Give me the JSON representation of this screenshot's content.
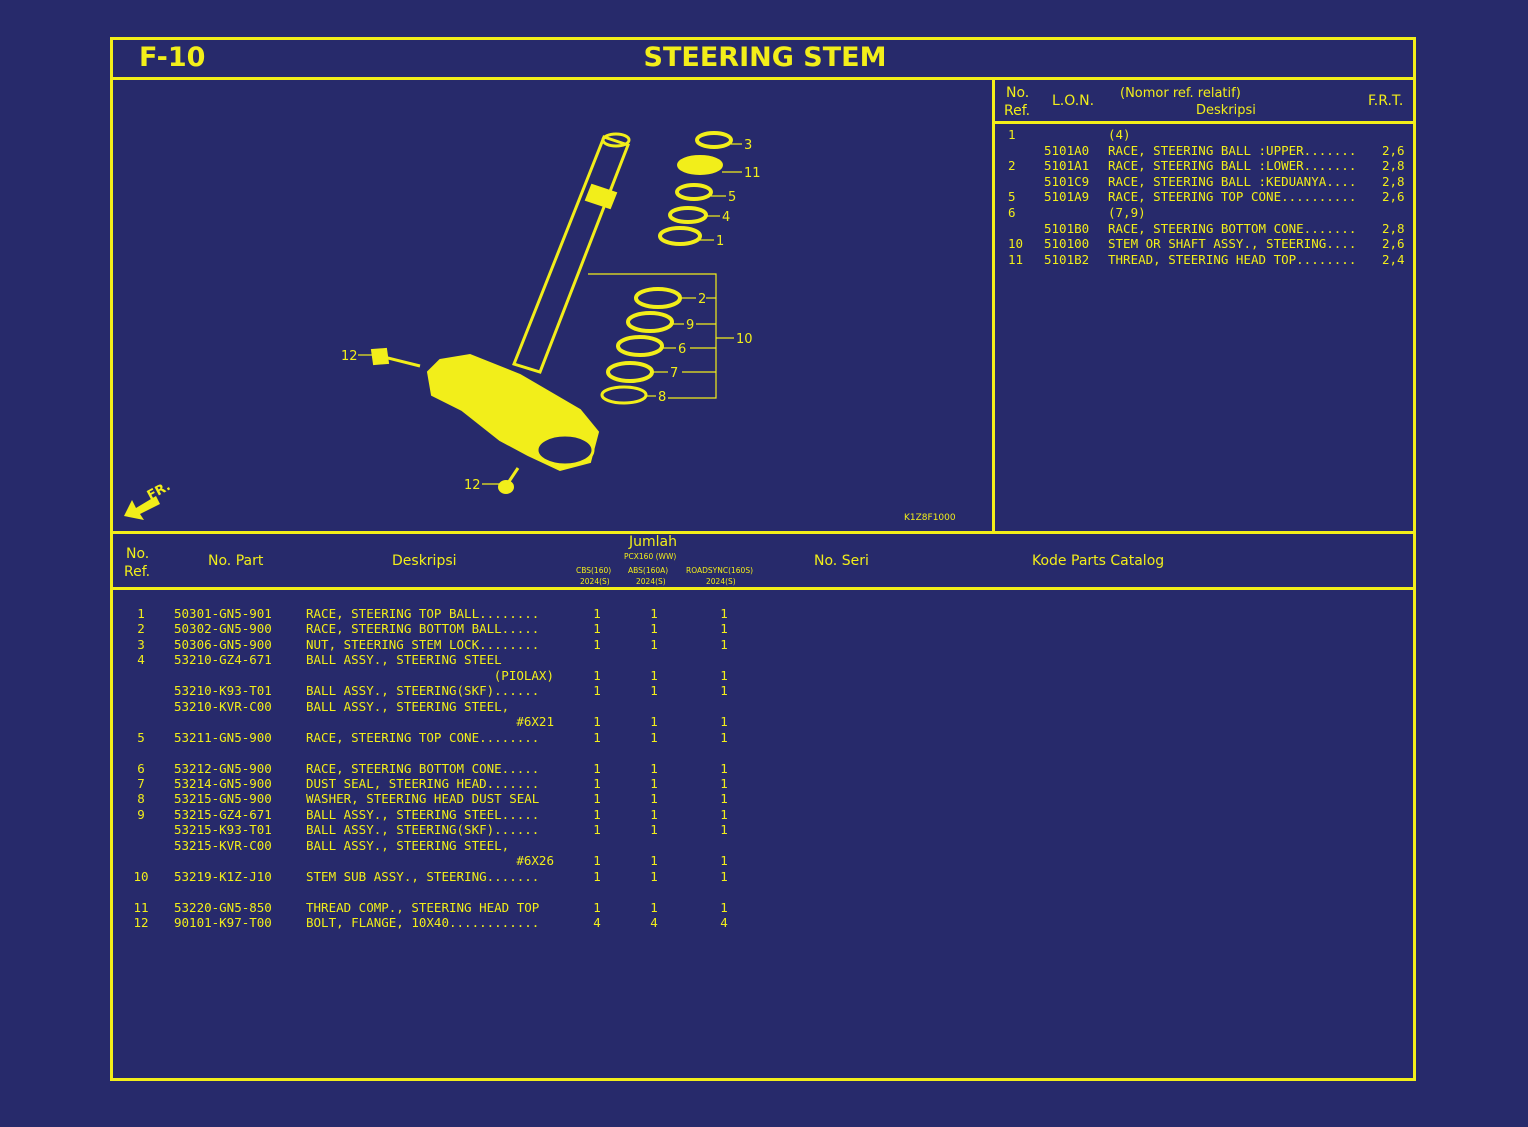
{
  "header": {
    "code": "F-10",
    "title": "STEERING STEM"
  },
  "diagram": {
    "code": "K1Z8F1000",
    "direction_label": "FR.",
    "callouts": [
      "3",
      "11",
      "5",
      "4",
      "1",
      "2",
      "9",
      "6",
      "7",
      "8",
      "10",
      "12",
      "12"
    ]
  },
  "lon_table": {
    "headers": {
      "ref_line1": "No.",
      "ref_line2": "Ref.",
      "lon": "L.O.N.",
      "relative": "(Nomor ref. relatif)",
      "desc": "Deskripsi",
      "frt": "F.R.T."
    },
    "rows": [
      {
        "ref": "1",
        "code": "",
        "desc": "(4)",
        "frt": ""
      },
      {
        "ref": "",
        "code": "5101A0",
        "desc": "RACE, STEERING BALL :UPPER.......",
        "frt": "2,6"
      },
      {
        "ref": "2",
        "code": "5101A1",
        "desc": "RACE, STEERING BALL :LOWER.......",
        "frt": "2,8"
      },
      {
        "ref": "",
        "code": "5101C9",
        "desc": "RACE, STEERING BALL :KEDUANYA....",
        "frt": "2,8"
      },
      {
        "ref": "5",
        "code": "5101A9",
        "desc": "RACE, STEERING TOP CONE..........",
        "frt": "2,6"
      },
      {
        "ref": "6",
        "code": "",
        "desc": "(7,9)",
        "frt": ""
      },
      {
        "ref": "",
        "code": "5101B0",
        "desc": "RACE, STEERING BOTTOM CONE.......",
        "frt": "2,8"
      },
      {
        "ref": "10",
        "code": "510100",
        "desc": "STEM OR SHAFT ASSY., STEERING....",
        "frt": "2,6"
      },
      {
        "ref": "11",
        "code": "5101B2",
        "desc": "THREAD, STEERING HEAD TOP........",
        "frt": "2,4"
      }
    ]
  },
  "parts_table": {
    "headers": {
      "ref_line1": "No.",
      "ref_line2": "Ref.",
      "part_no": "No. Part",
      "desc": "Deskripsi",
      "qty": "Jumlah",
      "model_group": "PCX160 (WW)",
      "col1_line1": "CBS(160)",
      "col1_line2": "2024(S)",
      "col2_line1": "ABS(160A)",
      "col2_line2": "2024(S)",
      "col3_line1": "ROADSYNC(160S)",
      "col3_line2": "2024(S)",
      "serial": "No. Seri",
      "catalog": "Kode Parts Catalog"
    },
    "rows": [
      {
        "ref": "1",
        "part": "50301-GN5-901",
        "desc": "RACE, STEERING TOP BALL........",
        "align_right": false,
        "q1": "1",
        "q2": "1",
        "q3": "1"
      },
      {
        "ref": "2",
        "part": "50302-GN5-900",
        "desc": "RACE, STEERING BOTTOM BALL.....",
        "align_right": false,
        "q1": "1",
        "q2": "1",
        "q3": "1"
      },
      {
        "ref": "3",
        "part": "50306-GN5-900",
        "desc": "NUT, STEERING STEM LOCK........",
        "align_right": false,
        "q1": "1",
        "q2": "1",
        "q3": "1"
      },
      {
        "ref": "4",
        "part": "53210-GZ4-671",
        "desc": "BALL ASSY., STEERING STEEL",
        "align_right": false,
        "q1": "",
        "q2": "",
        "q3": ""
      },
      {
        "ref": "",
        "part": "",
        "desc": "(PIOLAX)",
        "align_right": true,
        "q1": "1",
        "q2": "1",
        "q3": "1"
      },
      {
        "ref": "",
        "part": "53210-K93-T01",
        "desc": "BALL ASSY., STEERING(SKF)......",
        "align_right": false,
        "q1": "1",
        "q2": "1",
        "q3": "1"
      },
      {
        "ref": "",
        "part": "53210-KVR-C00",
        "desc": "BALL ASSY., STEERING STEEL,",
        "align_right": false,
        "q1": "",
        "q2": "",
        "q3": ""
      },
      {
        "ref": "",
        "part": "",
        "desc": "#6X21",
        "align_right": true,
        "q1": "1",
        "q2": "1",
        "q3": "1"
      },
      {
        "ref": "5",
        "part": "53211-GN5-900",
        "desc": "RACE, STEERING TOP CONE........",
        "align_right": false,
        "q1": "1",
        "q2": "1",
        "q3": "1"
      },
      {
        "ref": "",
        "part": "",
        "desc": "",
        "align_right": false,
        "q1": "",
        "q2": "",
        "q3": ""
      },
      {
        "ref": "6",
        "part": "53212-GN5-900",
        "desc": "RACE, STEERING BOTTOM CONE.....",
        "align_right": false,
        "q1": "1",
        "q2": "1",
        "q3": "1"
      },
      {
        "ref": "7",
        "part": "53214-GN5-900",
        "desc": "DUST SEAL, STEERING HEAD.......",
        "align_right": false,
        "q1": "1",
        "q2": "1",
        "q3": "1"
      },
      {
        "ref": "8",
        "part": "53215-GN5-900",
        "desc": "WASHER, STEERING HEAD DUST SEAL",
        "align_right": false,
        "q1": "1",
        "q2": "1",
        "q3": "1"
      },
      {
        "ref": "9",
        "part": "53215-GZ4-671",
        "desc": "BALL ASSY., STEERING STEEL.....",
        "align_right": false,
        "q1": "1",
        "q2": "1",
        "q3": "1"
      },
      {
        "ref": "",
        "part": "53215-K93-T01",
        "desc": "BALL ASSY., STEERING(SKF)......",
        "align_right": false,
        "q1": "1",
        "q2": "1",
        "q3": "1"
      },
      {
        "ref": "",
        "part": "53215-KVR-C00",
        "desc": "BALL ASSY., STEERING STEEL,",
        "align_right": false,
        "q1": "",
        "q2": "",
        "q3": ""
      },
      {
        "ref": "",
        "part": "",
        "desc": "#6X26",
        "align_right": true,
        "q1": "1",
        "q2": "1",
        "q3": "1"
      },
      {
        "ref": "10",
        "part": "53219-K1Z-J10",
        "desc": "STEM SUB ASSY., STEERING.......",
        "align_right": false,
        "q1": "1",
        "q2": "1",
        "q3": "1"
      },
      {
        "ref": "",
        "part": "",
        "desc": "",
        "align_right": false,
        "q1": "",
        "q2": "",
        "q3": ""
      },
      {
        "ref": "11",
        "part": "53220-GN5-850",
        "desc": "THREAD COMP., STEERING HEAD TOP",
        "align_right": false,
        "q1": "1",
        "q2": "1",
        "q3": "1"
      },
      {
        "ref": "12",
        "part": "90101-K97-T00",
        "desc": "BOLT, FLANGE, 10X40............",
        "align_right": false,
        "q1": "4",
        "q2": "4",
        "q3": "4"
      }
    ]
  },
  "colors": {
    "background": "#272a6b",
    "ink": "#f2ee1a"
  }
}
